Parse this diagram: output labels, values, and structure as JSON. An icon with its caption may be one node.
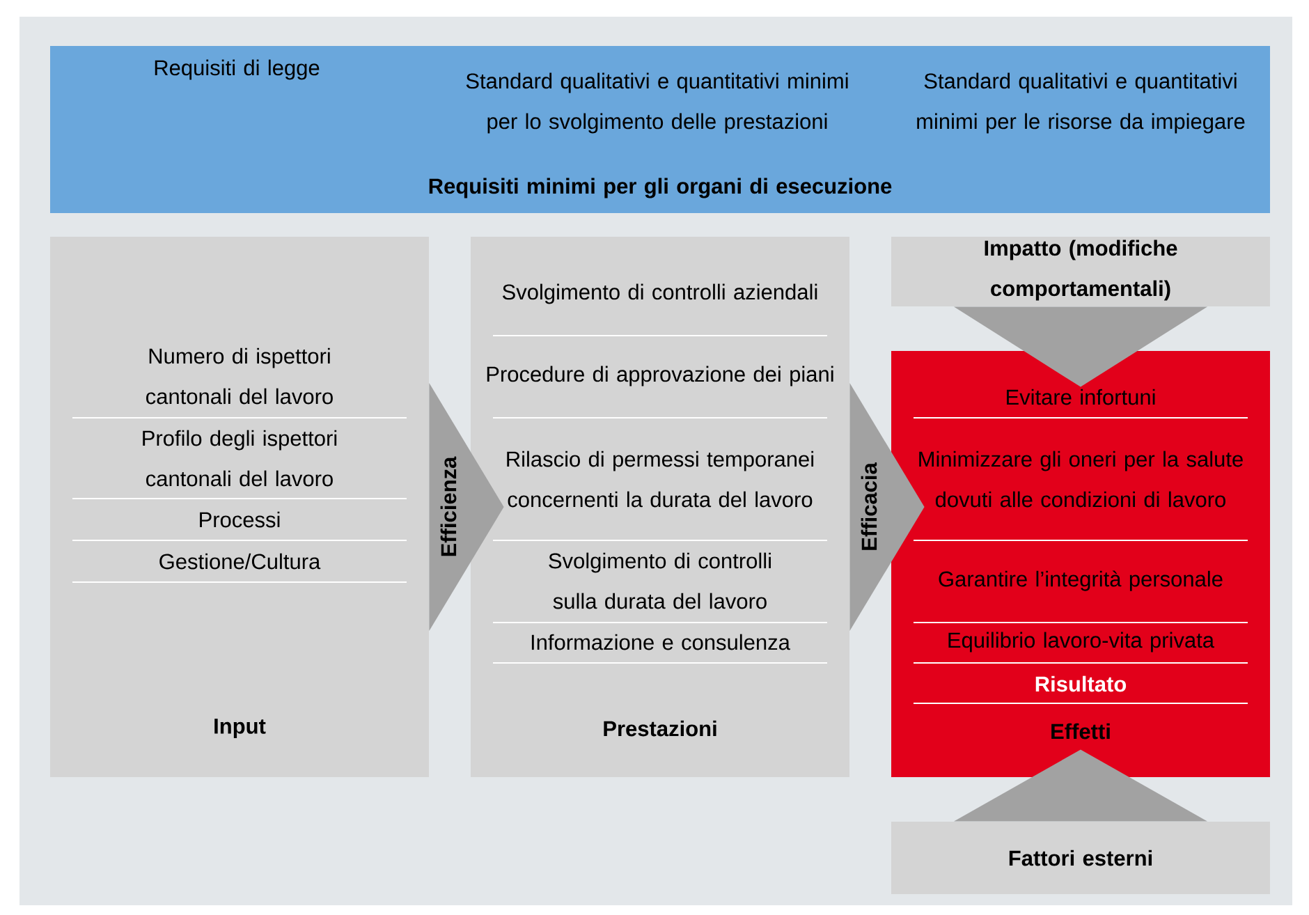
{
  "diagram": {
    "nodes": [
      {
        "text": [
          "Requisiti di legge",
          "Standard qualitativi e quantitativi minimi per lo svolgimento delle prestazioni",
          "Standard qualitativi e quantitativi minimi per le risorse da impiegare",
          "Requisiti minimi per gli organi di esecuzione"
        ]
      },
      {
        "text": [
          "Numero di ispettori cantonali del lavoro",
          "Profilo degli ispettori cantonali del lavoro",
          "Processi",
          "Gestione/Cultura",
          "Input"
        ]
      },
      {
        "text": [
          "Svolgimento di controlli aziendali",
          "Procedure di approvazione dei piani",
          "Rilascio di permessi temporanei concernenti la durata del lavoro",
          "Svolgimento di controlli sulla durata del lavoro",
          "Informazione e consulenza",
          "Prestazioni"
        ]
      },
      {
        "text": [
          "Impatto (modifiche comportamentali)"
        ]
      },
      {
        "text": [
          "Evitare infortuni",
          "Minimizzare gli oneri per la salute dovuti alle condizioni di lavoro",
          "Garantire l’integrità personale",
          "Equilibrio lavoro-vita privata",
          "Risultato",
          "Effetti"
        ]
      },
      {
        "text": [
          "Fattori esterni"
        ]
      }
    ],
    "edges": [
      {
        "from": 1,
        "to": 2,
        "arrow": "to",
        "label": "Efficienza"
      },
      {
        "from": 2,
        "to": 4,
        "arrow": "to",
        "label": "Efficacia"
      },
      {
        "from": 3,
        "to": 4,
        "arrow": "to"
      },
      {
        "from": 5,
        "to": 4,
        "arrow": "to"
      }
    ]
  }
}
